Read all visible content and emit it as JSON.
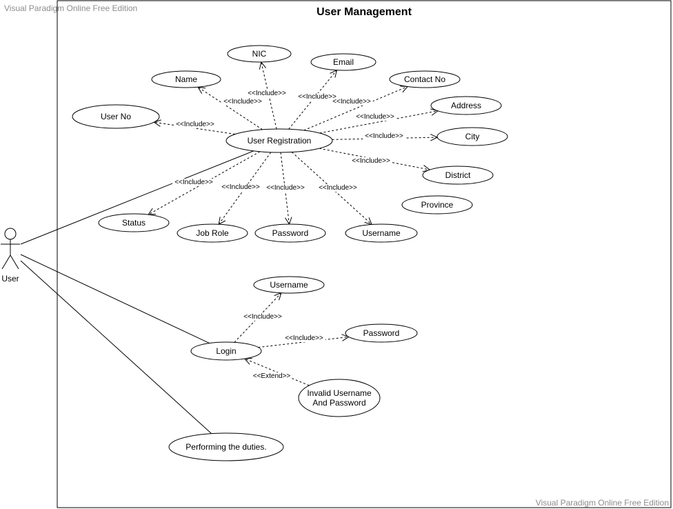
{
  "watermark_top": "Visual Paradigm Online Free Edition",
  "watermark_bottom": "Visual Paradigm Online Free Edition",
  "system": {
    "title": "User Management"
  },
  "actor": {
    "id": "user",
    "label": "User"
  },
  "use_cases": [
    {
      "id": "nic",
      "label": "NIC"
    },
    {
      "id": "email",
      "label": "Email"
    },
    {
      "id": "name",
      "label": "Name"
    },
    {
      "id": "contact",
      "label": "Contact No"
    },
    {
      "id": "address",
      "label": "Address"
    },
    {
      "id": "userno",
      "label": "User No"
    },
    {
      "id": "registration",
      "label": "User Registration"
    },
    {
      "id": "city",
      "label": "City"
    },
    {
      "id": "district",
      "label": "District"
    },
    {
      "id": "province",
      "label": "Province"
    },
    {
      "id": "status",
      "label": "Status"
    },
    {
      "id": "jobrole",
      "label": "Job Role"
    },
    {
      "id": "regpassword",
      "label": "Password"
    },
    {
      "id": "regusername",
      "label": "Username"
    },
    {
      "id": "loginusername",
      "label": "Username"
    },
    {
      "id": "login",
      "label": "Login"
    },
    {
      "id": "loginpassword",
      "label": "Password"
    },
    {
      "id": "invalid",
      "label": [
        "Invalid Username",
        "And Password"
      ]
    },
    {
      "id": "duties",
      "label": "Performing the duties."
    }
  ],
  "associations": [
    {
      "from": "user",
      "to": "registration"
    },
    {
      "from": "user",
      "to": "login"
    },
    {
      "from": "user",
      "to": "duties"
    }
  ],
  "dependencies": [
    {
      "from": "registration",
      "to": "userno",
      "label": "<<Include>>"
    },
    {
      "from": "registration",
      "to": "name",
      "label": "<<Include>>"
    },
    {
      "from": "registration",
      "to": "nic",
      "label": "<<Include>>"
    },
    {
      "from": "registration",
      "to": "email",
      "label": "<<Include>>"
    },
    {
      "from": "registration",
      "to": "contact",
      "label": "<<Include>>"
    },
    {
      "from": "registration",
      "to": "address",
      "label": "<<Include>>"
    },
    {
      "from": "registration",
      "to": "city",
      "label": "<<Include>>"
    },
    {
      "from": "registration",
      "to": "district",
      "label": "<<Include>>"
    },
    {
      "from": "registration",
      "to": "status",
      "label": "<<Include>>"
    },
    {
      "from": "registration",
      "to": "jobrole",
      "label": "<<Include>>"
    },
    {
      "from": "registration",
      "to": "regpassword",
      "label": "<<Include>>"
    },
    {
      "from": "registration",
      "to": "regusername",
      "label": "<<Include>>"
    },
    {
      "from": "login",
      "to": "loginusername",
      "label": "<<Include>>"
    },
    {
      "from": "login",
      "to": "loginpassword",
      "label": "<<Include>>"
    },
    {
      "from": "invalid",
      "to": "login",
      "label": "<<Extend>>"
    }
  ]
}
